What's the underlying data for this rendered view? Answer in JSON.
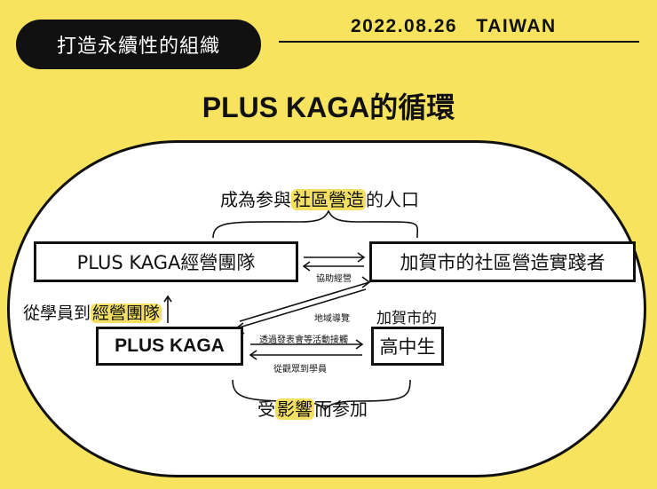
{
  "header": {
    "pill_text": "打造永續性的組織",
    "date_text": "2022.08.26 TAIWAN"
  },
  "title": "PLUS KAGA的循環",
  "diagram": {
    "top_label": {
      "before": "成為参與",
      "highlight": "社區營造",
      "after": "的人口"
    },
    "box_team": "PLUS KAGA經營團隊",
    "box_practitioners": "加賀市的社區營造實踐者",
    "box_plus_kaga": "PLUS KAGA",
    "box_high_school": "高中生",
    "high_school_caption": "加賀市的",
    "left_label": {
      "before": "從學員到",
      "highlight": "經營團隊"
    },
    "cooperation": "協助經營",
    "local_guidance": "地域導覽",
    "events": "透過發表會等活動接觸",
    "viewer_to_student": "從觀眾到學員",
    "bottom_label": {
      "before": "受",
      "highlight": "影響",
      "after": "而参加"
    }
  }
}
